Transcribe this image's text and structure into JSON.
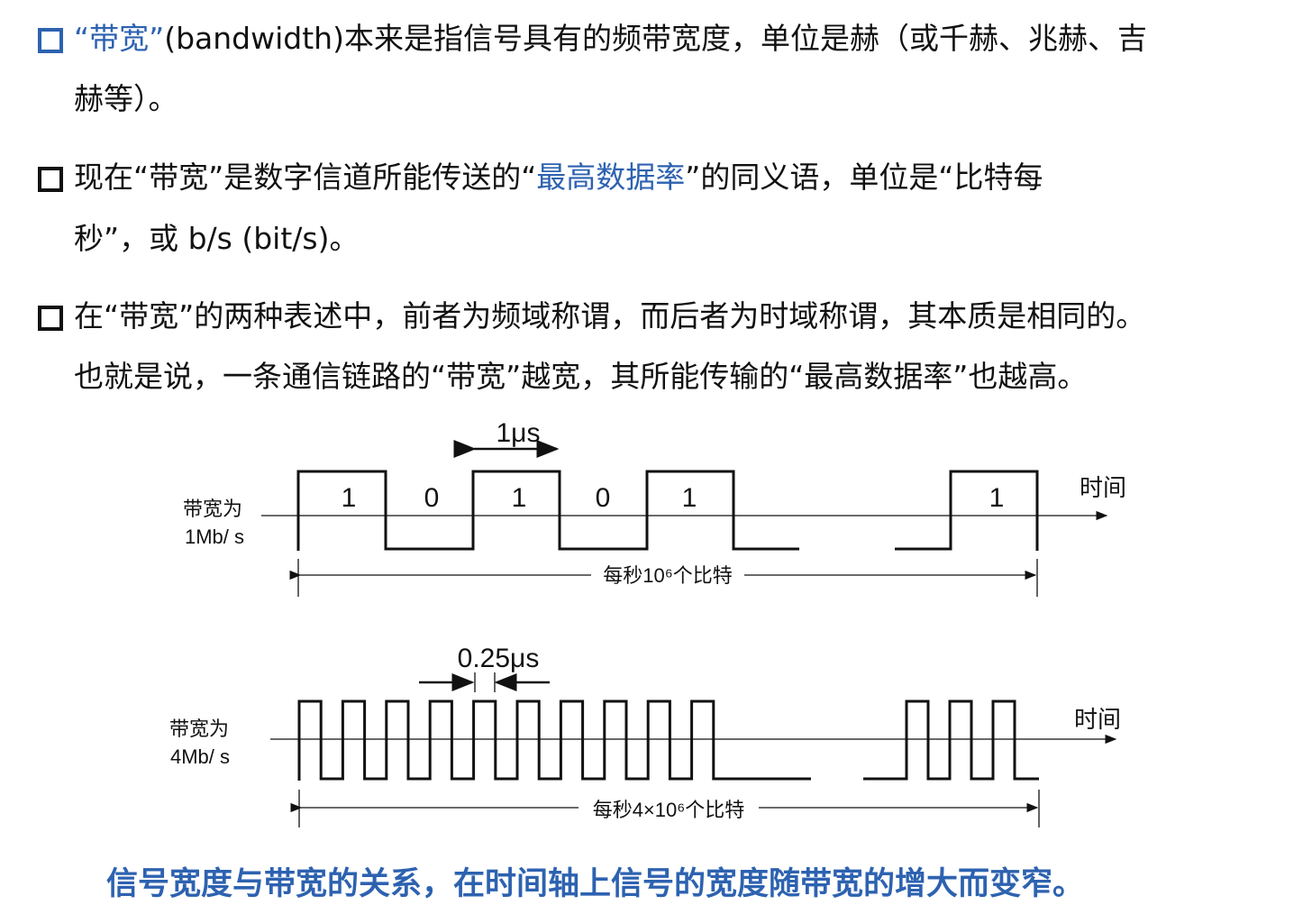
{
  "bullets": [
    {
      "lines": [
        [
          "“带宽”",
          "(bandwidth)本来是指信号具有的频带宽度，单位是赫（或千赫、兆赫、吉"
        ],
        [
          "赫等）。"
        ]
      ]
    },
    {
      "lines": [
        [
          "现在“带宽”是数字信道所能传送的“",
          "最高数据率",
          "”的同义语，单位是“比特每"
        ],
        [
          "秒”，或 b/s (bit/s)。"
        ]
      ]
    },
    {
      "lines": [
        [
          "在“带宽”的两种表述中，前者为频域称谓，而后者为时域称谓，其本质是相同的。"
        ],
        [
          "也就是说，一条通信链路的“带宽”越宽，其所能传输的“最高数据率”也越高。"
        ]
      ]
    }
  ],
  "diagram1": {
    "label_line1": "带宽为",
    "label_line2": "1Mb/ s",
    "period": "1μs",
    "bits": [
      "1",
      "0",
      "1",
      "0",
      "1",
      "1"
    ],
    "time_label": "时间",
    "span_label": "每秒10⁶个比特"
  },
  "diagram2": {
    "label_line1": "带宽为",
    "label_line2": "4Mb/ s",
    "period": "0.25μs",
    "time_label": "时间",
    "span_label": "每秒4×10⁶个比特"
  },
  "caption": "信号宽度与带宽的关系，在时间轴上信号的宽度随带宽的增大而变窄。",
  "colors": {
    "accent": "#2d62b0"
  }
}
